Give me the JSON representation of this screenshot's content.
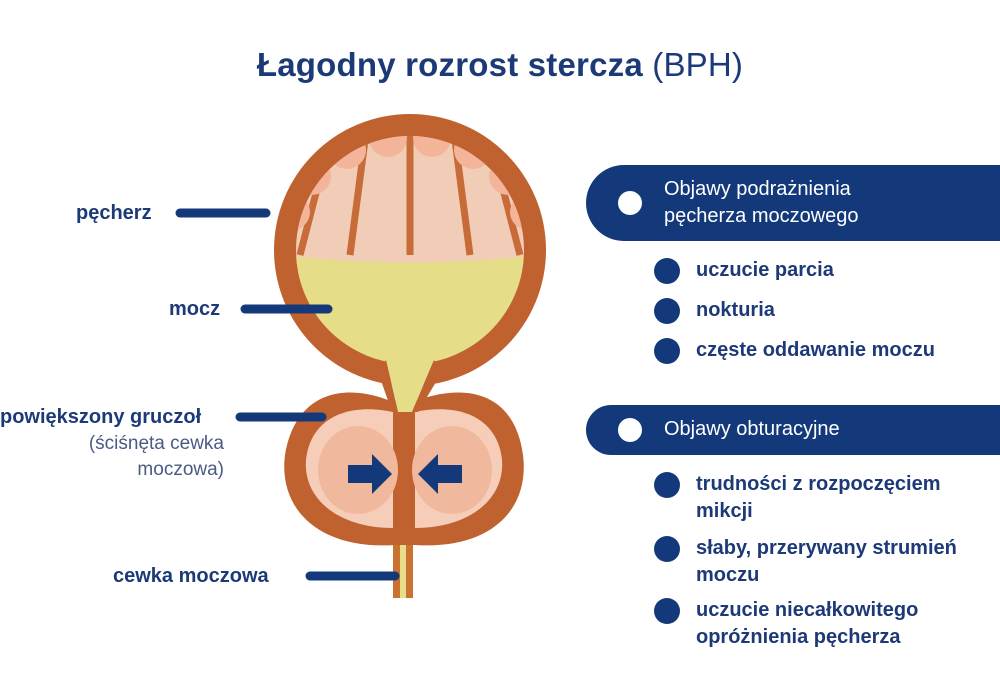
{
  "title": {
    "bold": "Łagodny rozrost stercza",
    "normal": "(BPH)"
  },
  "labels": {
    "bladder": "pęcherz",
    "urine": "mocz",
    "gland": "powiększony gruczoł",
    "gland_note_line1": "(ściśnęta cewka",
    "gland_note_line2": "moczowa)",
    "urethra": "cewka moczowa"
  },
  "groups": [
    {
      "heading_line1": "Objawy podrażnienia",
      "heading_line2": "pęcherza moczowego",
      "items": [
        {
          "line1": "uczucie parcia"
        },
        {
          "line1": "nokturia"
        },
        {
          "line1": "częste oddawanie moczu"
        }
      ]
    },
    {
      "heading_line1": "Objawy obturacyjne",
      "items": [
        {
          "line1": "trudności z rozpoczęciem",
          "line2": "mikcji"
        },
        {
          "line1": "słaby, przerywany strumień",
          "line2": "moczu"
        },
        {
          "line1": "uczucie niecałkowitego",
          "line2": "opróżnienia pęcherza"
        }
      ]
    }
  ],
  "colors": {
    "navy": "#14397a",
    "bladder_wall": "#c0622f",
    "bladder_inner": "#f1ccb6",
    "urine": "#e6dd88",
    "gland_inner": "#f6cdb9"
  }
}
